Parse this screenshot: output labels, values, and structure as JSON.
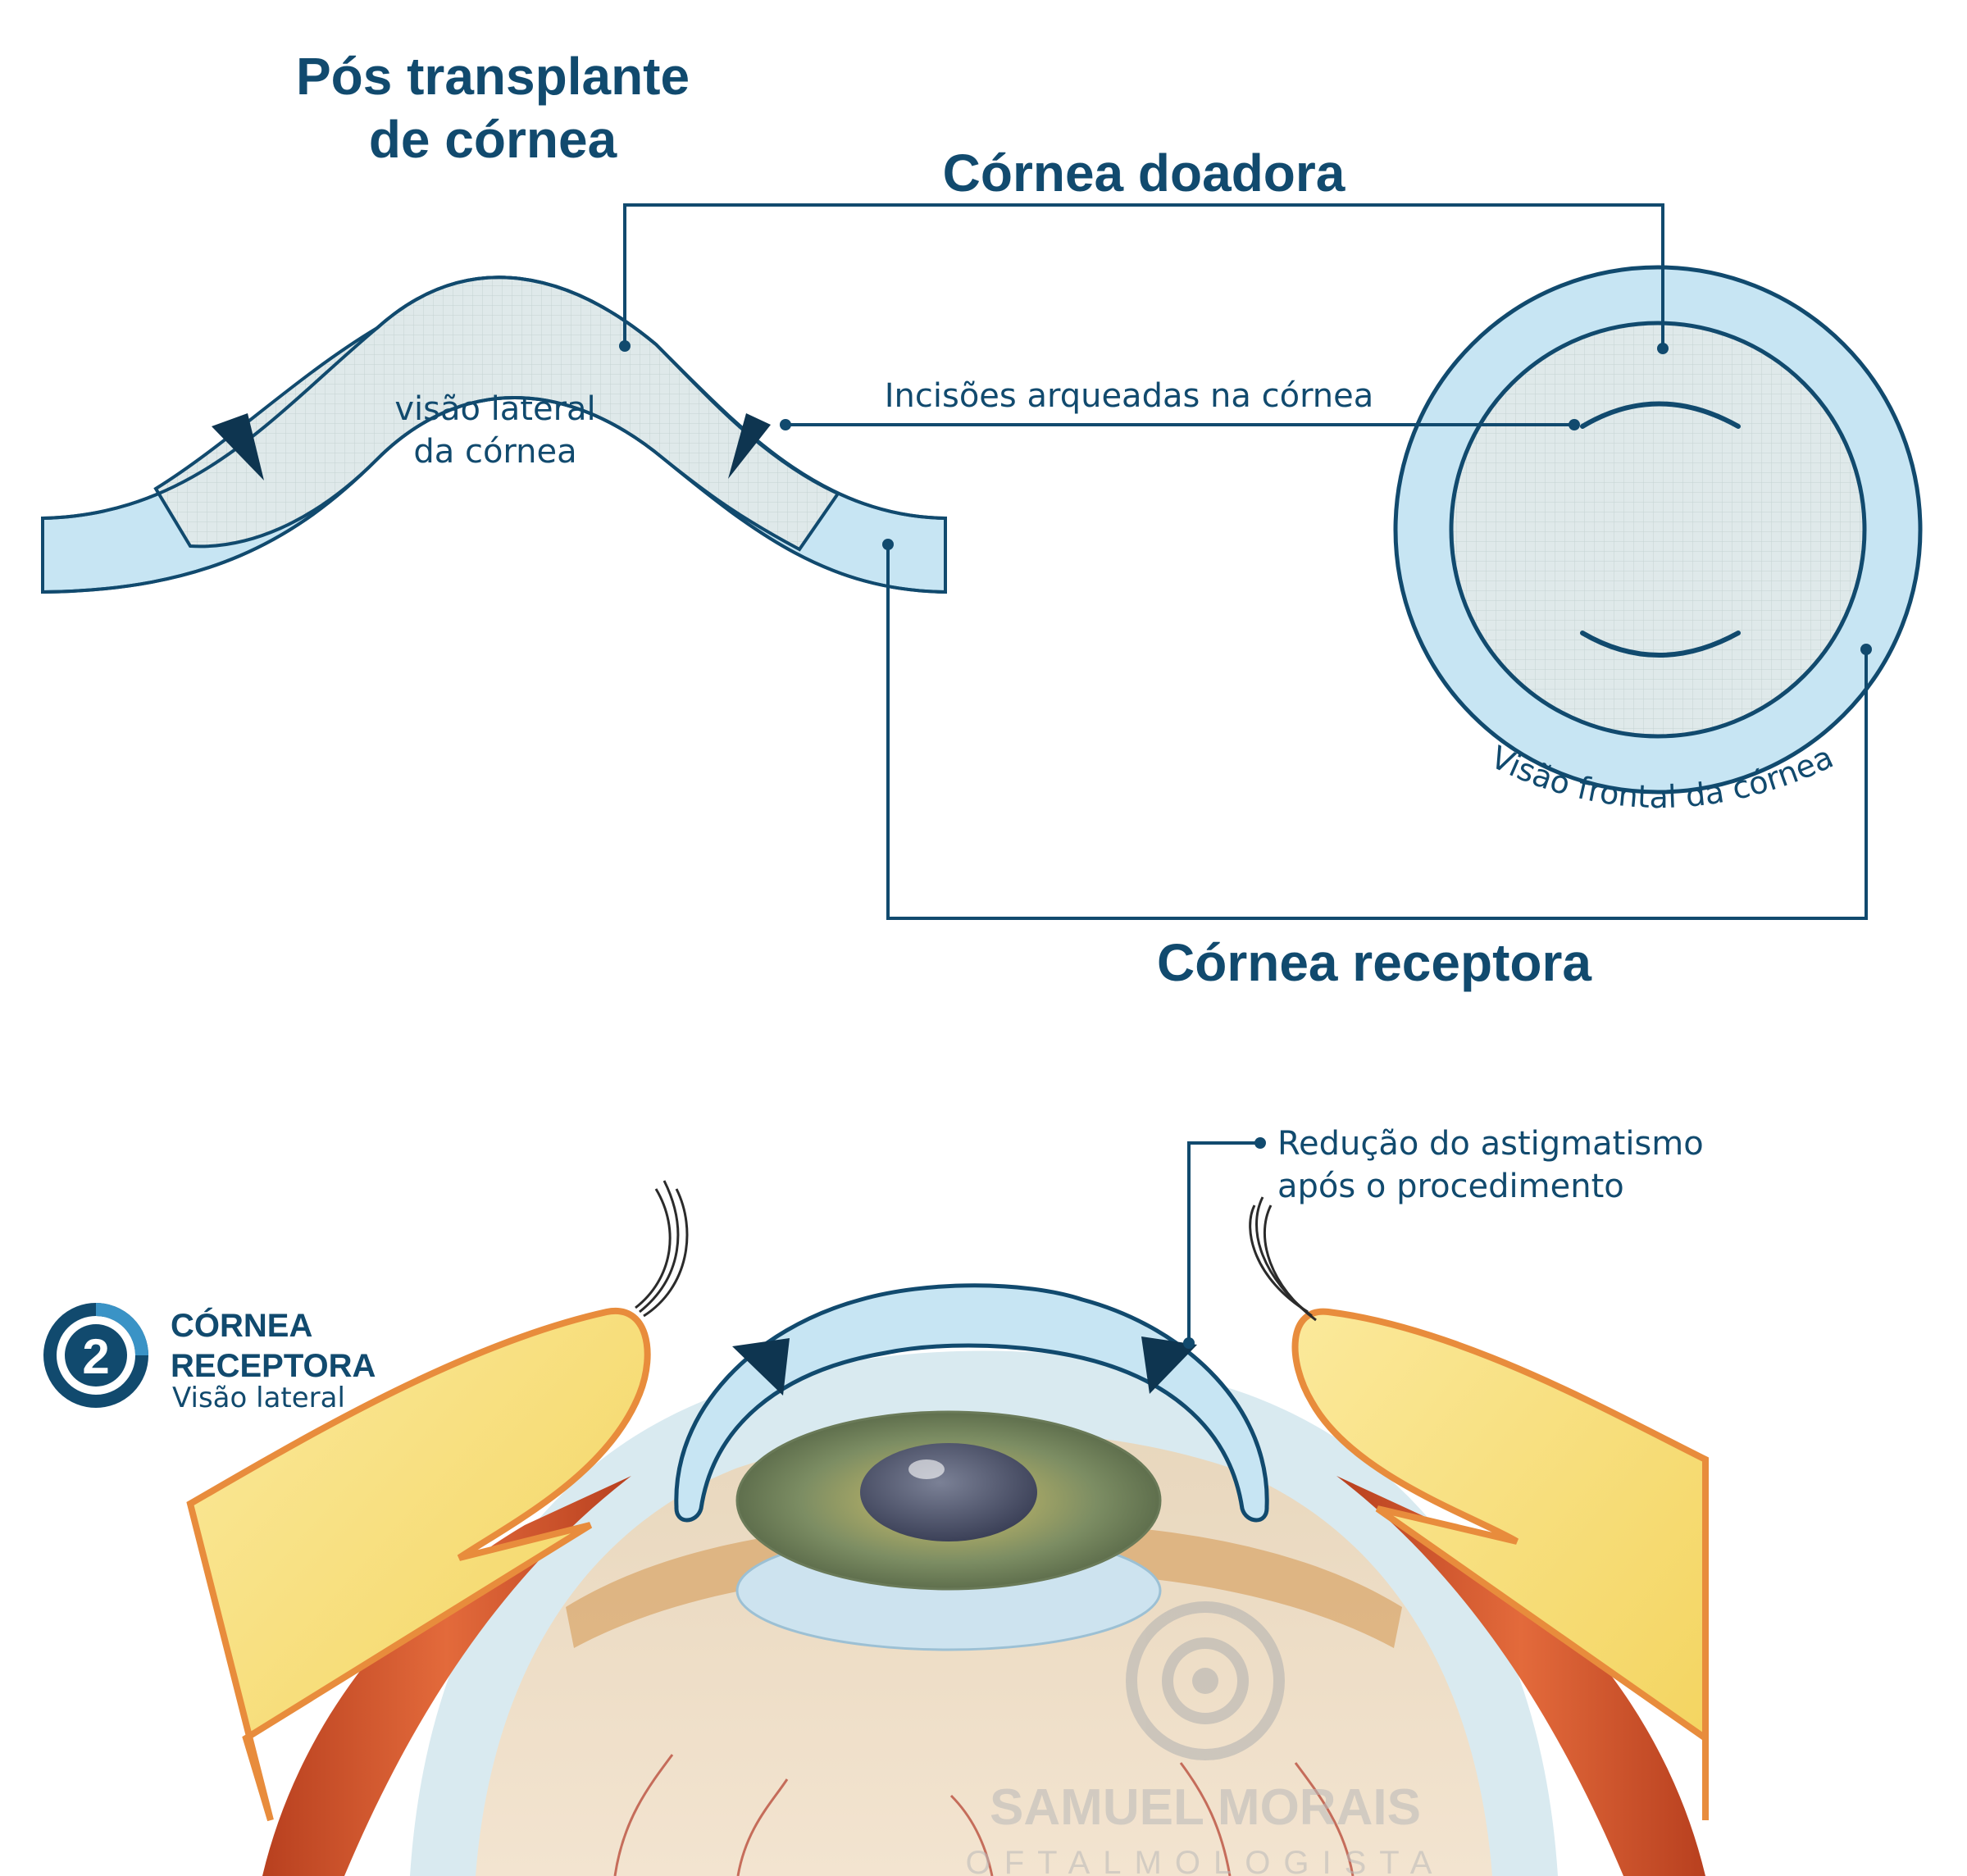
{
  "title": {
    "line1": "Pós transplante",
    "line2": "de córnea"
  },
  "labels": {
    "donor": "Córnea doadora",
    "recipient": "Córnea receptora",
    "incisions": "Incisões arqueadas na córnea",
    "lateral_view_line1": "visão lateral",
    "lateral_view_line2": "da córnea",
    "frontal_view": "Visão frontal da córnea",
    "reduction_line1": "Redução do astigmatismo",
    "reduction_line2": "após o procedimento"
  },
  "badge": {
    "number": "2",
    "line1": "CÓRNEA",
    "line2": "RECEPTORA",
    "line3": "Visão lateral"
  },
  "watermark": {
    "name": "SAMUEL MORAIS",
    "subtitle": "OFTALMOLOGISTA"
  },
  "colors": {
    "navy": "#114a6e",
    "cornea_light": "#c7e5f3",
    "graft_grey": "#d9e6e6",
    "iris_green": "#8a9a63",
    "fat_yellow": "#f6dc6b",
    "muscle_red": "#d4562f"
  }
}
